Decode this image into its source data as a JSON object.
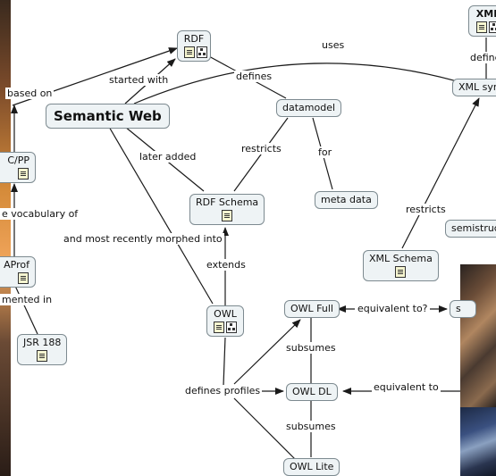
{
  "nodes": {
    "xml_top": "XML",
    "rdf": "RDF",
    "semantic_web": "Semantic Web",
    "datamodel": "datamodel",
    "xml_syntax": "XML syn",
    "cpp": "C/PP",
    "meta_data": "meta data",
    "rdf_schema": "RDF Schema",
    "semistruct": "semistruc",
    "xml_schema": "XML Schema",
    "aprof": "AProf",
    "jsr188": "JSR 188",
    "owl": "OWL",
    "owl_full": "OWL Full",
    "s_partial": "s",
    "owl_dl": "OWL DL",
    "owl_lite": "OWL Lite"
  },
  "links": {
    "uses": "uses",
    "define": "define",
    "based_on": "based on",
    "started_with": "started with",
    "defines_datamodel": "defines",
    "later_added": "later added",
    "restricts_datamodel": "restricts",
    "for": "for",
    "restricts_xml": "restricts",
    "vocabulary_of": "e vocabulary of",
    "morphed_into": "and most recently morphed into",
    "extends": "extends",
    "implemented_in": "mented in",
    "equivalent_to_q": "equivalent to?",
    "subsumes_1": "subsumes",
    "defines_profiles": "defines profiles",
    "equivalent_to": "equivalent to",
    "subsumes_2": "subsumes"
  },
  "icons": [
    "document-icon",
    "concept-map-icon"
  ],
  "colors": {
    "node_fill": "#eef3f5",
    "node_border": "#7d8a90",
    "line": "#1a1a1a",
    "background": "#ffffff"
  }
}
